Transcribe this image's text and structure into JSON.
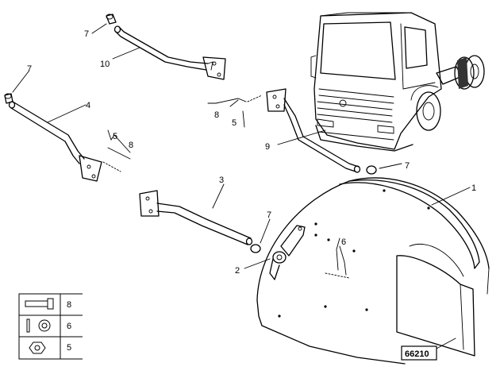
{
  "callouts": {
    "c1": "1",
    "c2": "2",
    "c3": "3",
    "c4": "4",
    "c5a": "5",
    "c5b": "5",
    "c6": "6",
    "c7a": "7",
    "c7b": "7",
    "c7c": "7",
    "c7d": "7",
    "c8a": "8",
    "c8b": "8",
    "c9": "9",
    "c10": "10"
  },
  "legend": {
    "rows": [
      {
        "icon": "bolt-icon",
        "label": "8"
      },
      {
        "icon": "washer-icon",
        "label": "6"
      },
      {
        "icon": "nut-icon",
        "label": "5"
      }
    ]
  },
  "reference": "66210"
}
